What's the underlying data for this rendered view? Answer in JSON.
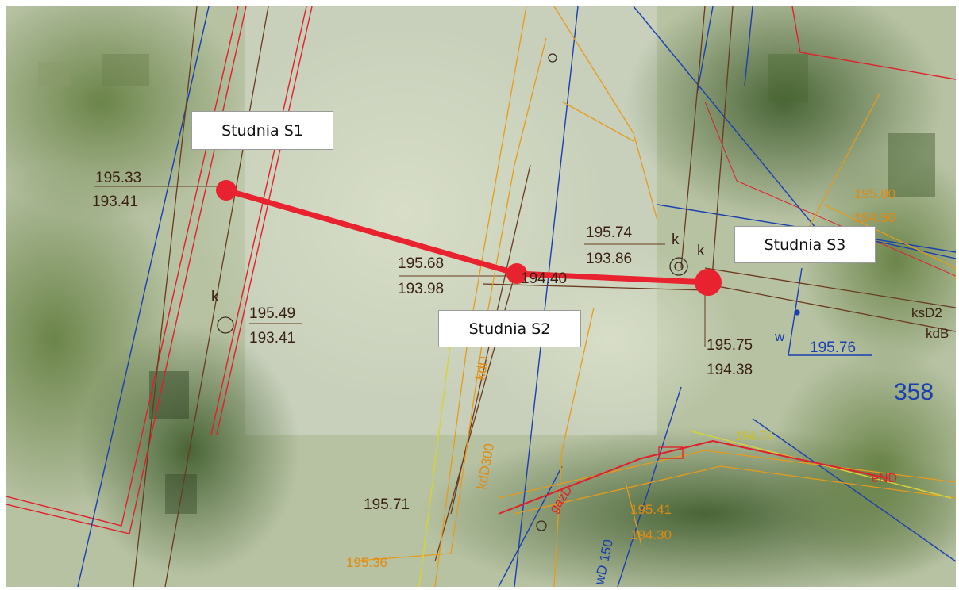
{
  "wells": [
    {
      "label": "Studnia S1",
      "top": "195.33",
      "bottom": "193.41"
    },
    {
      "label": "Studnia S2",
      "top": "195.68",
      "bottom": "193.98",
      "side": "194.40"
    },
    {
      "label": "Studnia S3",
      "top": "195.75",
      "bottom": "194.38"
    }
  ],
  "annotations": {
    "k_top_left": "195.49",
    "k_bottom_left": "193.41",
    "k_mid_top": "195.74",
    "k_mid_bottom": "193.86",
    "blue_level": "195.76",
    "parcel": "358",
    "lower_level": "195.71",
    "right_upper_top": "195.80",
    "right_upper_bottom": "194.50",
    "lower_right_top": "195.41",
    "lower_right_bottom": "194.30",
    "bottom_left_value": "195.36",
    "yellow_level": "194.74",
    "k_letter": "k",
    "w_letter": "w",
    "pipe_kd300": "kdD300",
    "pipe_kd_short": "kdD",
    "pipe_ks": "ksD2",
    "pipe_kd_right": "kdB",
    "pipe_blue": "wD 150",
    "pipe_red": "eND",
    "red_code": "gazD"
  },
  "colors": {
    "route": "#e8222e",
    "red_line": "#e0202a",
    "blue_line": "#1a3fb0",
    "brown_line": "#6a3a1e",
    "orange_line": "#e89a1a",
    "yellow_line": "#d8d23a"
  }
}
